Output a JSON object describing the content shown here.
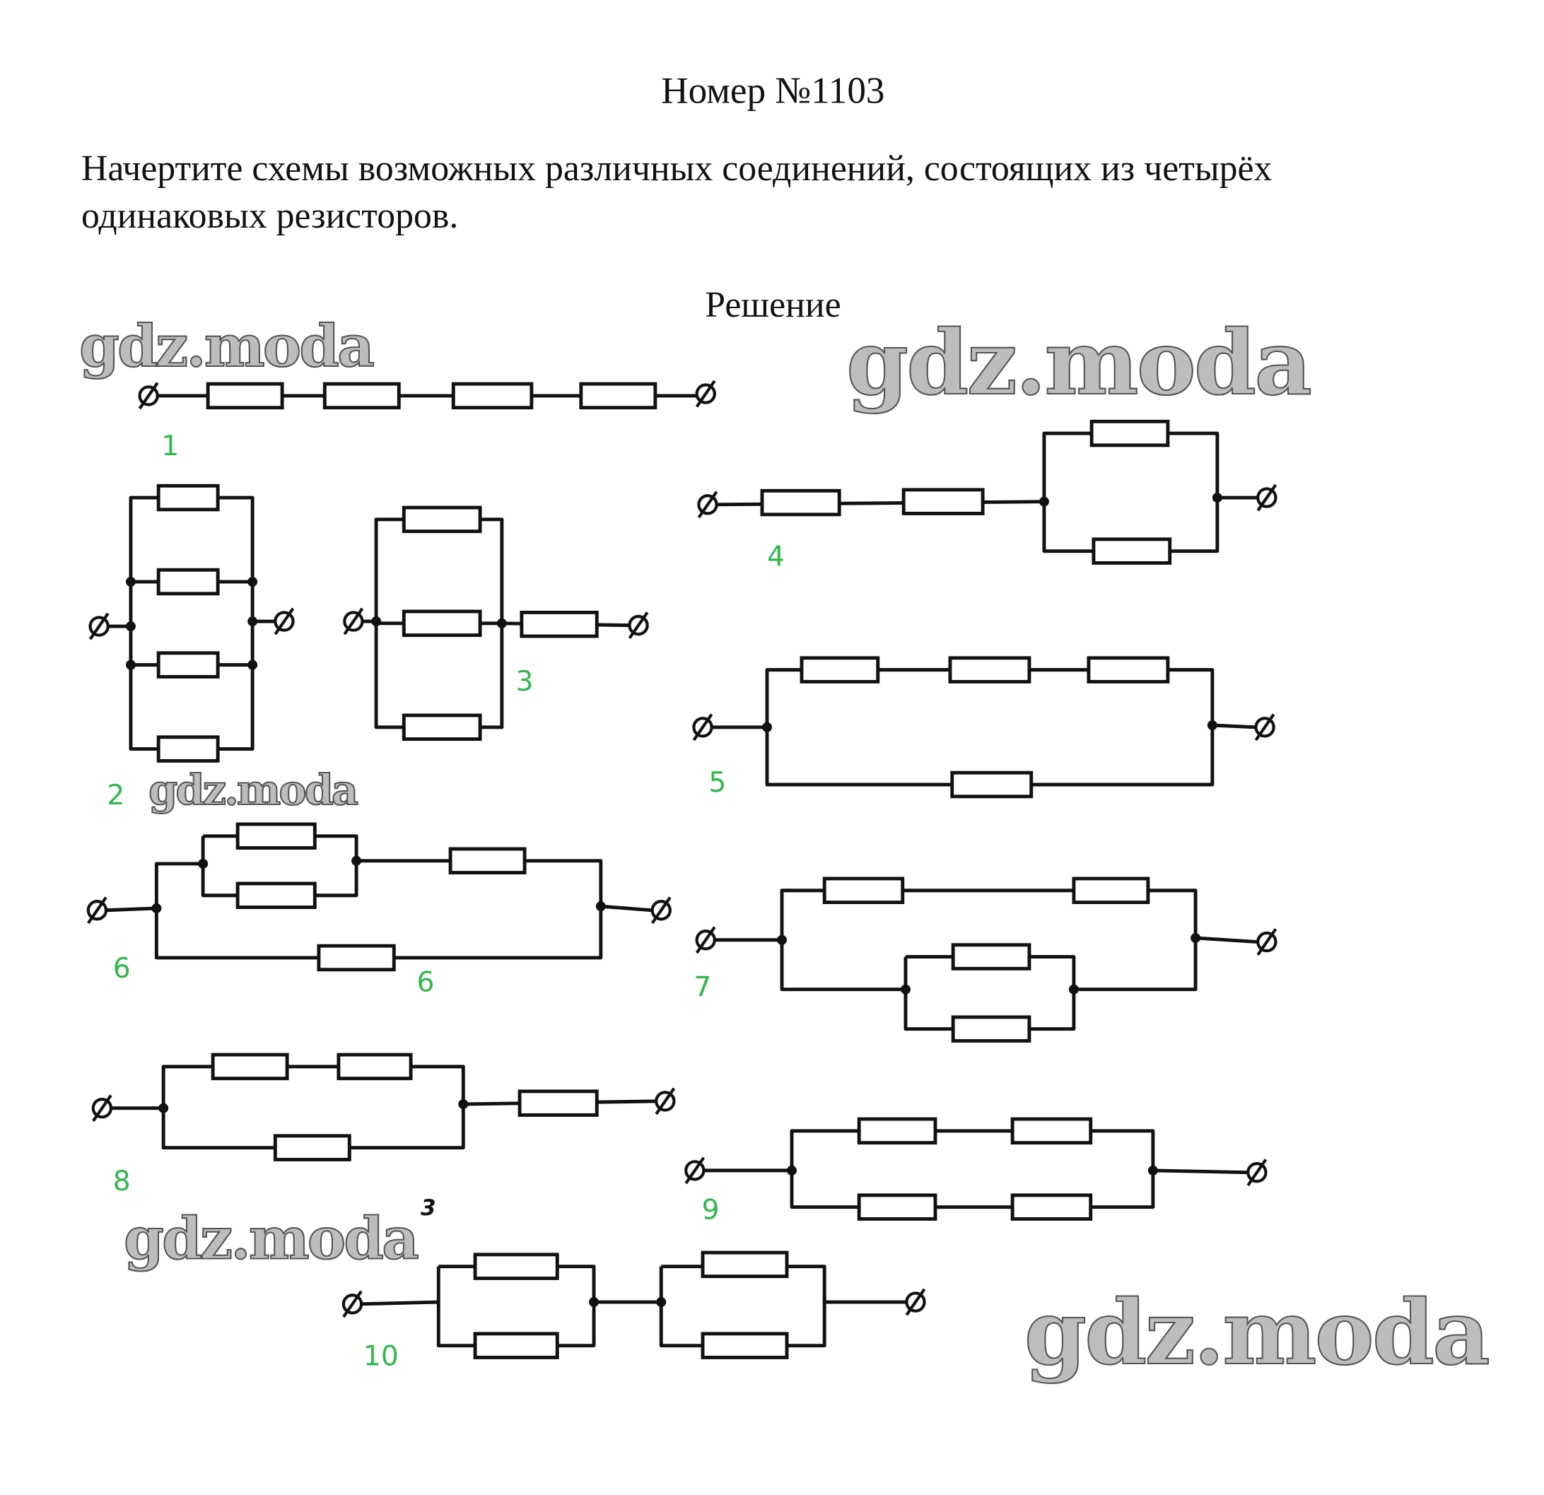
{
  "header": {
    "title": "Номер №1103"
  },
  "task": {
    "line1": "Начертите схемы возможных различных соединений, состоящих из четырёх",
    "line2": "одинаковых резисторов."
  },
  "solution_heading": "Решение",
  "watermark": "gdz.moda",
  "diagram_labels": [
    "1",
    "2",
    "3",
    "4",
    "5",
    "6",
    "6",
    "7",
    "8",
    "9",
    "10"
  ],
  "stray_mark": "3",
  "colors": {
    "label": "#2fb84d",
    "ink": "#111111"
  }
}
